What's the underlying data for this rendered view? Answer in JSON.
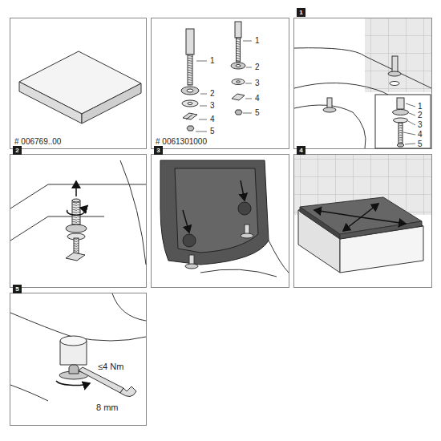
{
  "diagram": {
    "labels": [
      "# 006769..00",
      "# 0061301000",
      "1",
      "2",
      "3",
      "4",
      "5",
      "1",
      "2",
      "3",
      "4",
      "5",
      "1",
      "1",
      "2",
      "3",
      "4",
      "5",
      "2",
      "3",
      "4",
      "5",
      "≤4 Nm",
      "8 mm"
    ]
  }
}
